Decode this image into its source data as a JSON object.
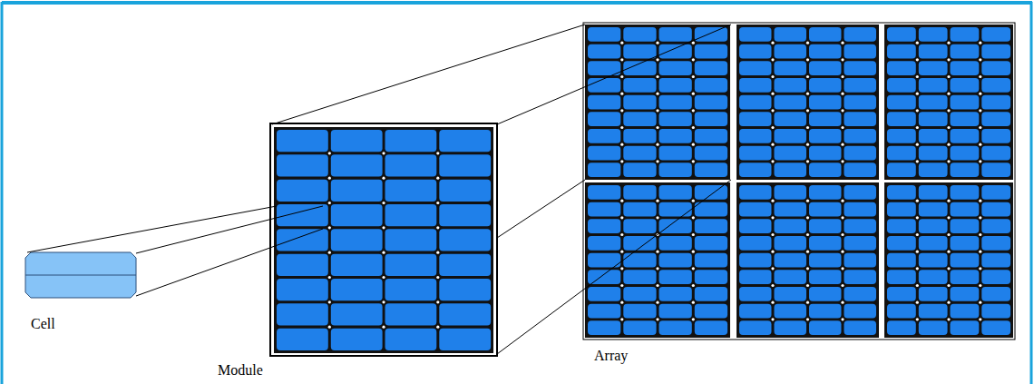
{
  "diagram": {
    "labels": [
      "Cell",
      "Module",
      "Array"
    ]
  }
}
